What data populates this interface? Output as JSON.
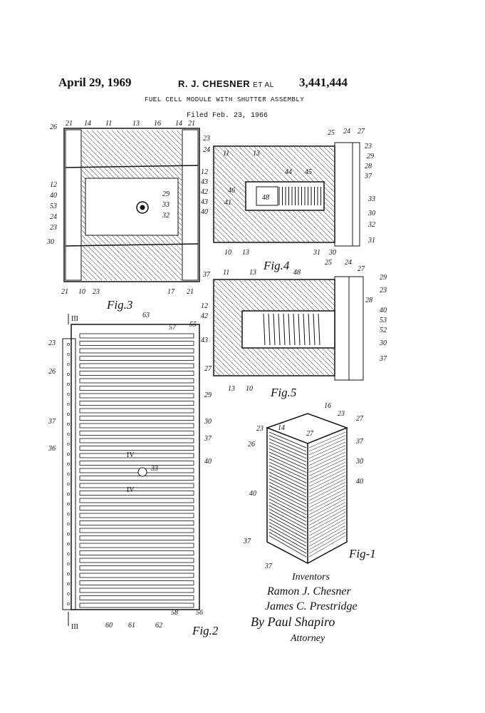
{
  "header": {
    "date": "April 29, 1969",
    "inventor": "R. J. CHESNER",
    "et_al": "ET AL",
    "patent_number": "3,441,444",
    "title": "FUEL CELL MODULE WITH SHUTTER ASSEMBLY",
    "filed": "Filed Feb. 23, 1966"
  },
  "figures": {
    "fig1": "Fig-1",
    "fig2": "Fig.2",
    "fig3": "Fig.3",
    "fig4": "Fig.4",
    "fig5": "Fig.5"
  },
  "section_marks": {
    "iii": "III",
    "iv": "IV"
  },
  "numerals": {
    "fig3": [
      "26",
      "21",
      "14",
      "11",
      "13",
      "16",
      "14",
      "21",
      "23",
      "24",
      "12",
      "40",
      "53",
      "24",
      "23",
      "30",
      "21",
      "10",
      "23",
      "17",
      "21",
      "37",
      "29",
      "33",
      "32"
    ],
    "fig4": [
      "11",
      "13",
      "25",
      "24",
      "27",
      "23",
      "29",
      "28",
      "37",
      "12",
      "43",
      "42",
      "43",
      "40",
      "41",
      "48",
      "46",
      "44",
      "45",
      "33",
      "30",
      "32",
      "31",
      "10",
      "13",
      "31",
      "30"
    ],
    "fig5": [
      "11",
      "13",
      "48",
      "25",
      "24",
      "27",
      "29",
      "23",
      "28",
      "40",
      "53",
      "52",
      "30",
      "37",
      "12",
      "42",
      "43",
      "10",
      "13"
    ],
    "fig2": [
      "63",
      "57",
      "55",
      "23",
      "26",
      "27",
      "29",
      "37",
      "30",
      "36",
      "37",
      "40",
      "33",
      "58",
      "56",
      "60",
      "61",
      "62"
    ],
    "fig1": [
      "16",
      "23",
      "27",
      "23",
      "14",
      "27",
      "26",
      "37",
      "30",
      "40",
      "40",
      "37",
      "37"
    ]
  },
  "signatures": {
    "inventors_label": "Inventors",
    "inventor_1": "Ramon J. Chesner",
    "inventor_2": "James C. Prestridge",
    "by_line": "By Paul Shapiro",
    "attorney_label": "Attorney"
  }
}
